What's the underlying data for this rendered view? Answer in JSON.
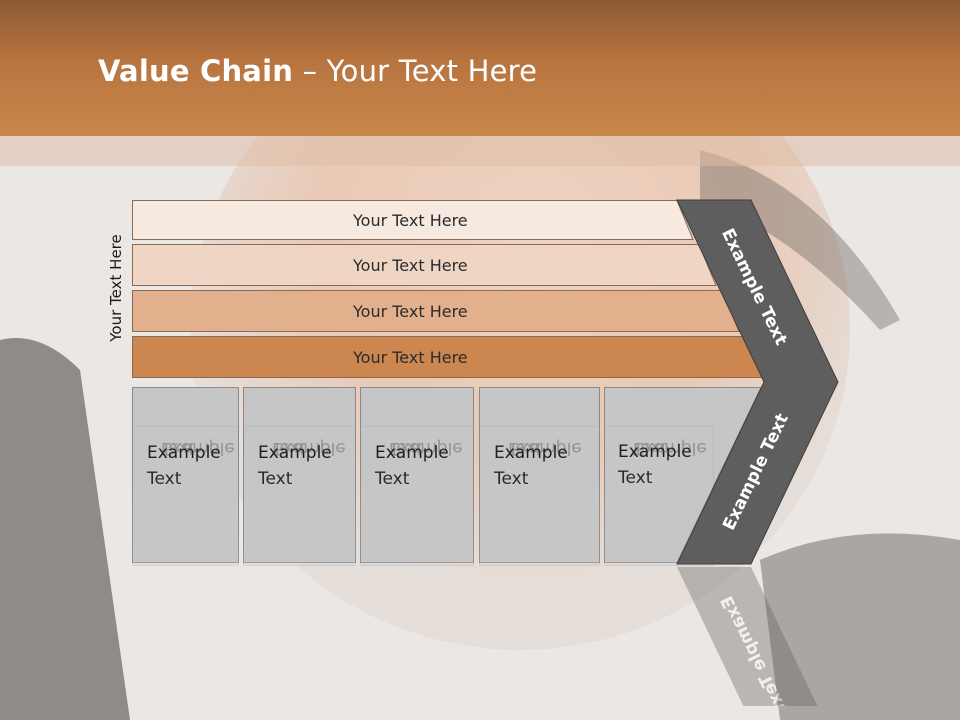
{
  "slide": {
    "title_bold": "Value Chain",
    "title_rest": " – Your Text Here",
    "side_label": "Your Text Here"
  },
  "rows": [
    {
      "label": "Your Text Here",
      "color": "#f6e9e0"
    },
    {
      "label": "Your Text Here",
      "color": "#efd6c4"
    },
    {
      "label": "Your Text Here",
      "color": "#e2b08c"
    },
    {
      "label": "Your Text Here",
      "color": "#cc8650"
    }
  ],
  "boxes": [
    {
      "line1": "Example",
      "line2": "Text"
    },
    {
      "line1": "Example",
      "line2": "Text"
    },
    {
      "line1": "Example",
      "line2": "Text"
    },
    {
      "line1": "Example",
      "line2": "Text"
    },
    {
      "line1": "Example",
      "line2": "Text"
    }
  ],
  "chevron": {
    "upper_label": "Example Text",
    "lower_label": "Example Text",
    "color": "#5e5e5e"
  }
}
